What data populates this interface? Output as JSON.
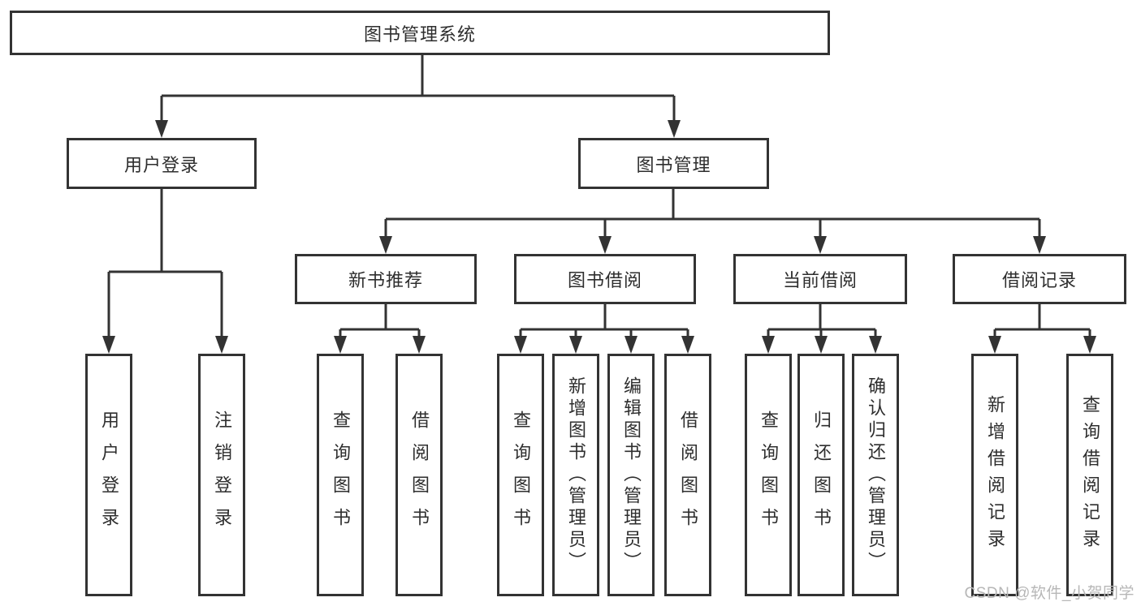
{
  "diagram": {
    "title": "图书管理系统",
    "level1": {
      "user_login": "用户登录",
      "book_management": "图书管理"
    },
    "level2": {
      "new_book_recommend": "新书推荐",
      "book_borrowing": "图书借阅",
      "current_borrowing": "当前借阅",
      "borrowing_records": "借阅记录"
    },
    "leaves": {
      "user_login_login": "用户登录",
      "user_login_logout": "注销登录",
      "nbr_query_books": "查询图书",
      "nbr_borrow_books": "借阅图书",
      "bb_query_books": "查询图书",
      "bb_add_books_admin": "新增图书（管理员）",
      "bb_edit_books_admin": "编辑图书（管理员）",
      "bb_borrow_books": "借阅图书",
      "cb_query_books": "查询图书",
      "cb_return_books": "归还图书",
      "cb_confirm_return_admin": "确认归还（管理员）",
      "br_add_record": "新增借阅记录",
      "br_query_record": "查询借阅记录"
    }
  },
  "line_color": "#333333",
  "watermark": "CSDN @软件_小贺同学"
}
